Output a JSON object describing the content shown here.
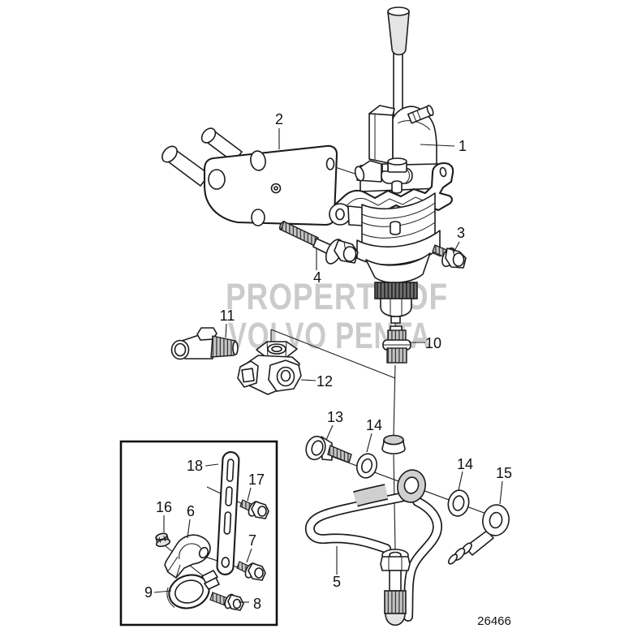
{
  "diagram": {
    "drawing_number": "26466",
    "watermark": {
      "line1": "PROPERTY OF",
      "line2": "VOLVO PENTA"
    },
    "colors": {
      "line": "#1c1c1c",
      "background": "#ffffff",
      "watermark": "#c9c9c9",
      "shading": "#cfcfcf"
    },
    "callouts": {
      "1": "1",
      "2": "2",
      "3": "3",
      "4": "4",
      "5": "5",
      "6": "6",
      "7": "7",
      "8": "8",
      "9": "9",
      "10": "10",
      "11": "11",
      "12": "12",
      "13": "13",
      "14a": "14",
      "14b": "14",
      "15": "15",
      "16": "16",
      "17": "17",
      "18": "18"
    }
  }
}
